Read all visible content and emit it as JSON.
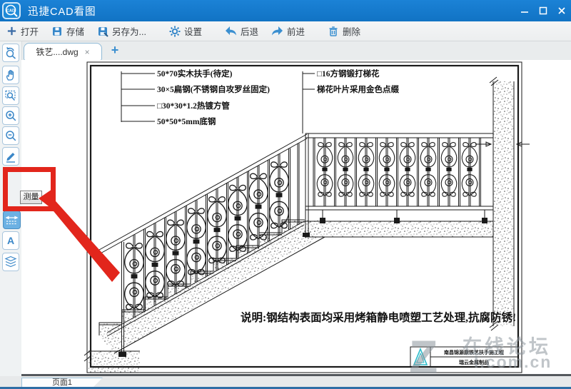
{
  "titlebar": {
    "title": "迅捷CAD看图",
    "logo": "CAD"
  },
  "toolbar": {
    "open": "打开",
    "save": "存储",
    "save_as": "另存为...",
    "settings": "设置",
    "back": "后退",
    "forward": "前进",
    "delete": "删除"
  },
  "tabbar": {
    "doc_tab": "铁艺....dwg",
    "close": "×",
    "new_tab": "+"
  },
  "sidebar": {
    "tooltip": "测量",
    "text_tool_glyph": "A"
  },
  "drawing": {
    "callouts_left": [
      "50*70实木扶手(待定)",
      "30×5扁钢(不锈钢自攻罗丝固定)",
      "□30*30*1.2热镀方管",
      "50*50*5mm底钢"
    ],
    "callouts_right": [
      "□16方钢锻打梯花",
      "梯花叶片采用金色点缀"
    ],
    "note": "说明:钢结构表面均采用烤箱静电喷塑工艺处理,抗腐防锈!",
    "titleblock_line1": "南昌锦源康铁艺扶手施工程",
    "titleblock_line2": "瑞云金属制品"
  },
  "watermark": {
    "glyph": "Z",
    "text1": "在线论坛",
    "text2": "l.com.cn"
  },
  "statusbar": {
    "page_tab": "页面1"
  },
  "colors": {
    "titlebar": "#1478cb",
    "accent": "#3a87c8",
    "highlight_red": "#e2261c",
    "active_tool": "#6cb1e3",
    "logo_teal": "#2bbccb"
  }
}
